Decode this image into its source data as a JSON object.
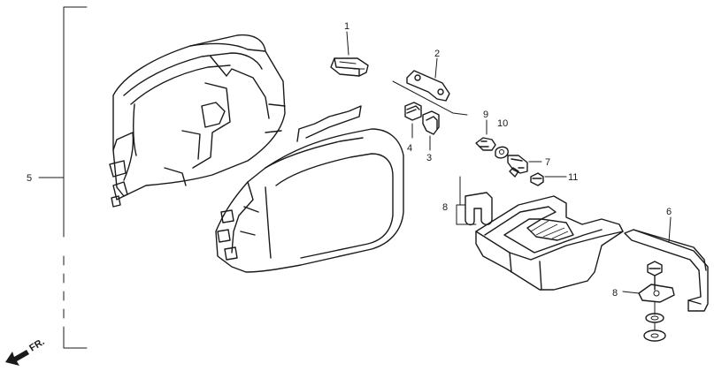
{
  "callouts": [
    {
      "id": "c1",
      "text": "1"
    },
    {
      "id": "c2",
      "text": "2"
    },
    {
      "id": "c3",
      "text": "3"
    },
    {
      "id": "c4",
      "text": "4"
    },
    {
      "id": "c5",
      "text": "5"
    },
    {
      "id": "c6",
      "text": "6"
    },
    {
      "id": "c7",
      "text": "7"
    },
    {
      "id": "c8a",
      "text": "8"
    },
    {
      "id": "c8b",
      "text": "8"
    },
    {
      "id": "c9",
      "text": "9"
    },
    {
      "id": "c10",
      "text": "10"
    },
    {
      "id": "c11",
      "text": "11"
    }
  ],
  "direction_label": "FR.",
  "line_color": "#1a1a1a",
  "background": "#ffffff"
}
